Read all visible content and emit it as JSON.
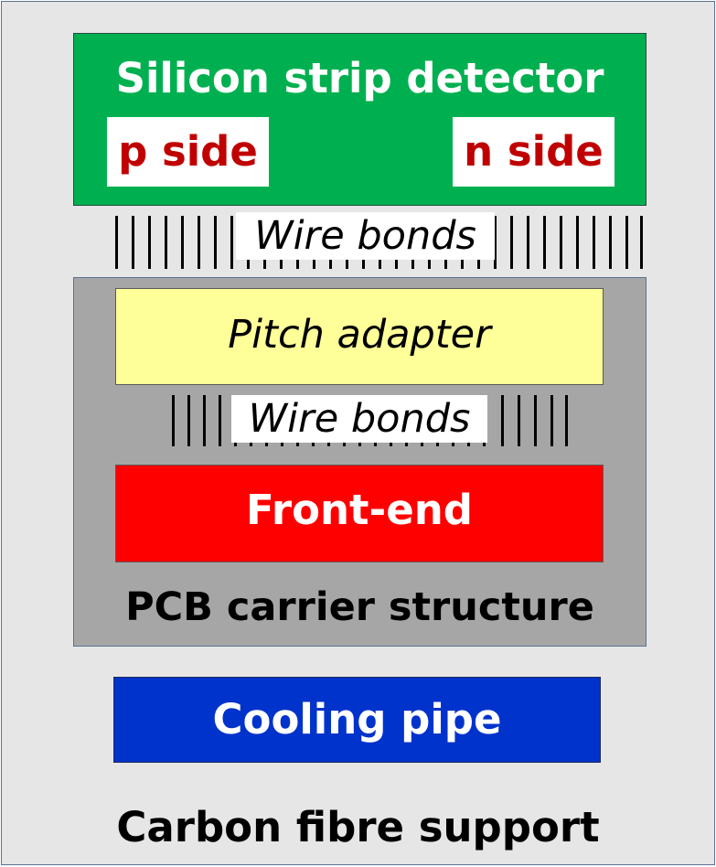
{
  "diagram": {
    "outer_label": "Carbon fibre support",
    "detector": {
      "title": "Silicon strip detector",
      "p_side": "p side",
      "n_side": "n side"
    },
    "wire_bonds_top": "Wire bonds",
    "pcb": {
      "label": "PCB carrier structure",
      "pitch_adapter": "Pitch adapter",
      "wire_bonds_inner": "Wire bonds",
      "front_end": "Front-end"
    },
    "cooling_pipe": "Cooling pipe"
  },
  "colors": {
    "background": "#e6e6e6",
    "detector": "#00b050",
    "side_text": "#c00000",
    "pcb": "#a6a6a6",
    "pitch_adapter": "#ffff99",
    "front_end": "#ff0000",
    "cooling_pipe": "#0033cc"
  }
}
